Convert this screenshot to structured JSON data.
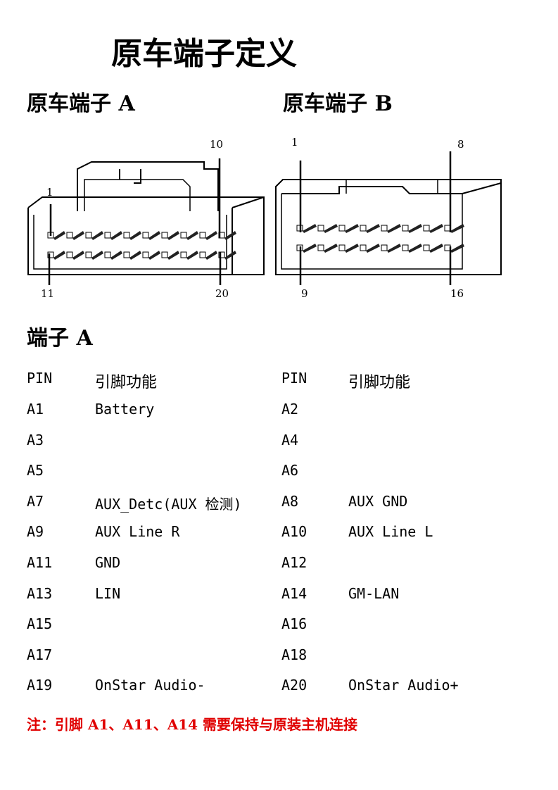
{
  "title": "原车端子定义",
  "connector_a": {
    "heading": "原车端子 A",
    "pin_labels": [
      "1",
      "10",
      "11",
      "20"
    ]
  },
  "connector_b": {
    "heading": "原车端子 B",
    "pin_labels": [
      "1",
      "8",
      "9",
      "16"
    ]
  },
  "section_heading": "端子 A",
  "table": {
    "header": {
      "pin": "PIN",
      "function": "引脚功能"
    },
    "rows": [
      {
        "pin_l": "A1",
        "func_l": "Battery",
        "pin_r": "A2",
        "func_r": ""
      },
      {
        "pin_l": "A3",
        "func_l": "",
        "pin_r": "A4",
        "func_r": ""
      },
      {
        "pin_l": "A5",
        "func_l": "",
        "pin_r": "A6",
        "func_r": ""
      },
      {
        "pin_l": "A7",
        "func_l": "AUX_Detc(AUX 检测)",
        "pin_r": "A8",
        "func_r": "AUX GND"
      },
      {
        "pin_l": "A9",
        "func_l": "AUX Line R",
        "pin_r": "A10",
        "func_r": "AUX Line L"
      },
      {
        "pin_l": "A11",
        "func_l": "GND",
        "pin_r": "A12",
        "func_r": ""
      },
      {
        "pin_l": "A13",
        "func_l": "LIN",
        "pin_r": "A14",
        "func_r": "GM-LAN"
      },
      {
        "pin_l": "A15",
        "func_l": "",
        "pin_r": "A16",
        "func_r": ""
      },
      {
        "pin_l": "A17",
        "func_l": "",
        "pin_r": "A18",
        "func_r": ""
      },
      {
        "pin_l": "A19",
        "func_l": "OnStar Audio-",
        "pin_r": "A20",
        "func_r": "OnStar Audio+"
      }
    ]
  },
  "note": "注：引脚 A1、A11、A14 需要保持与原装主机连接",
  "colors": {
    "note": "#e00000",
    "text": "#000000"
  }
}
